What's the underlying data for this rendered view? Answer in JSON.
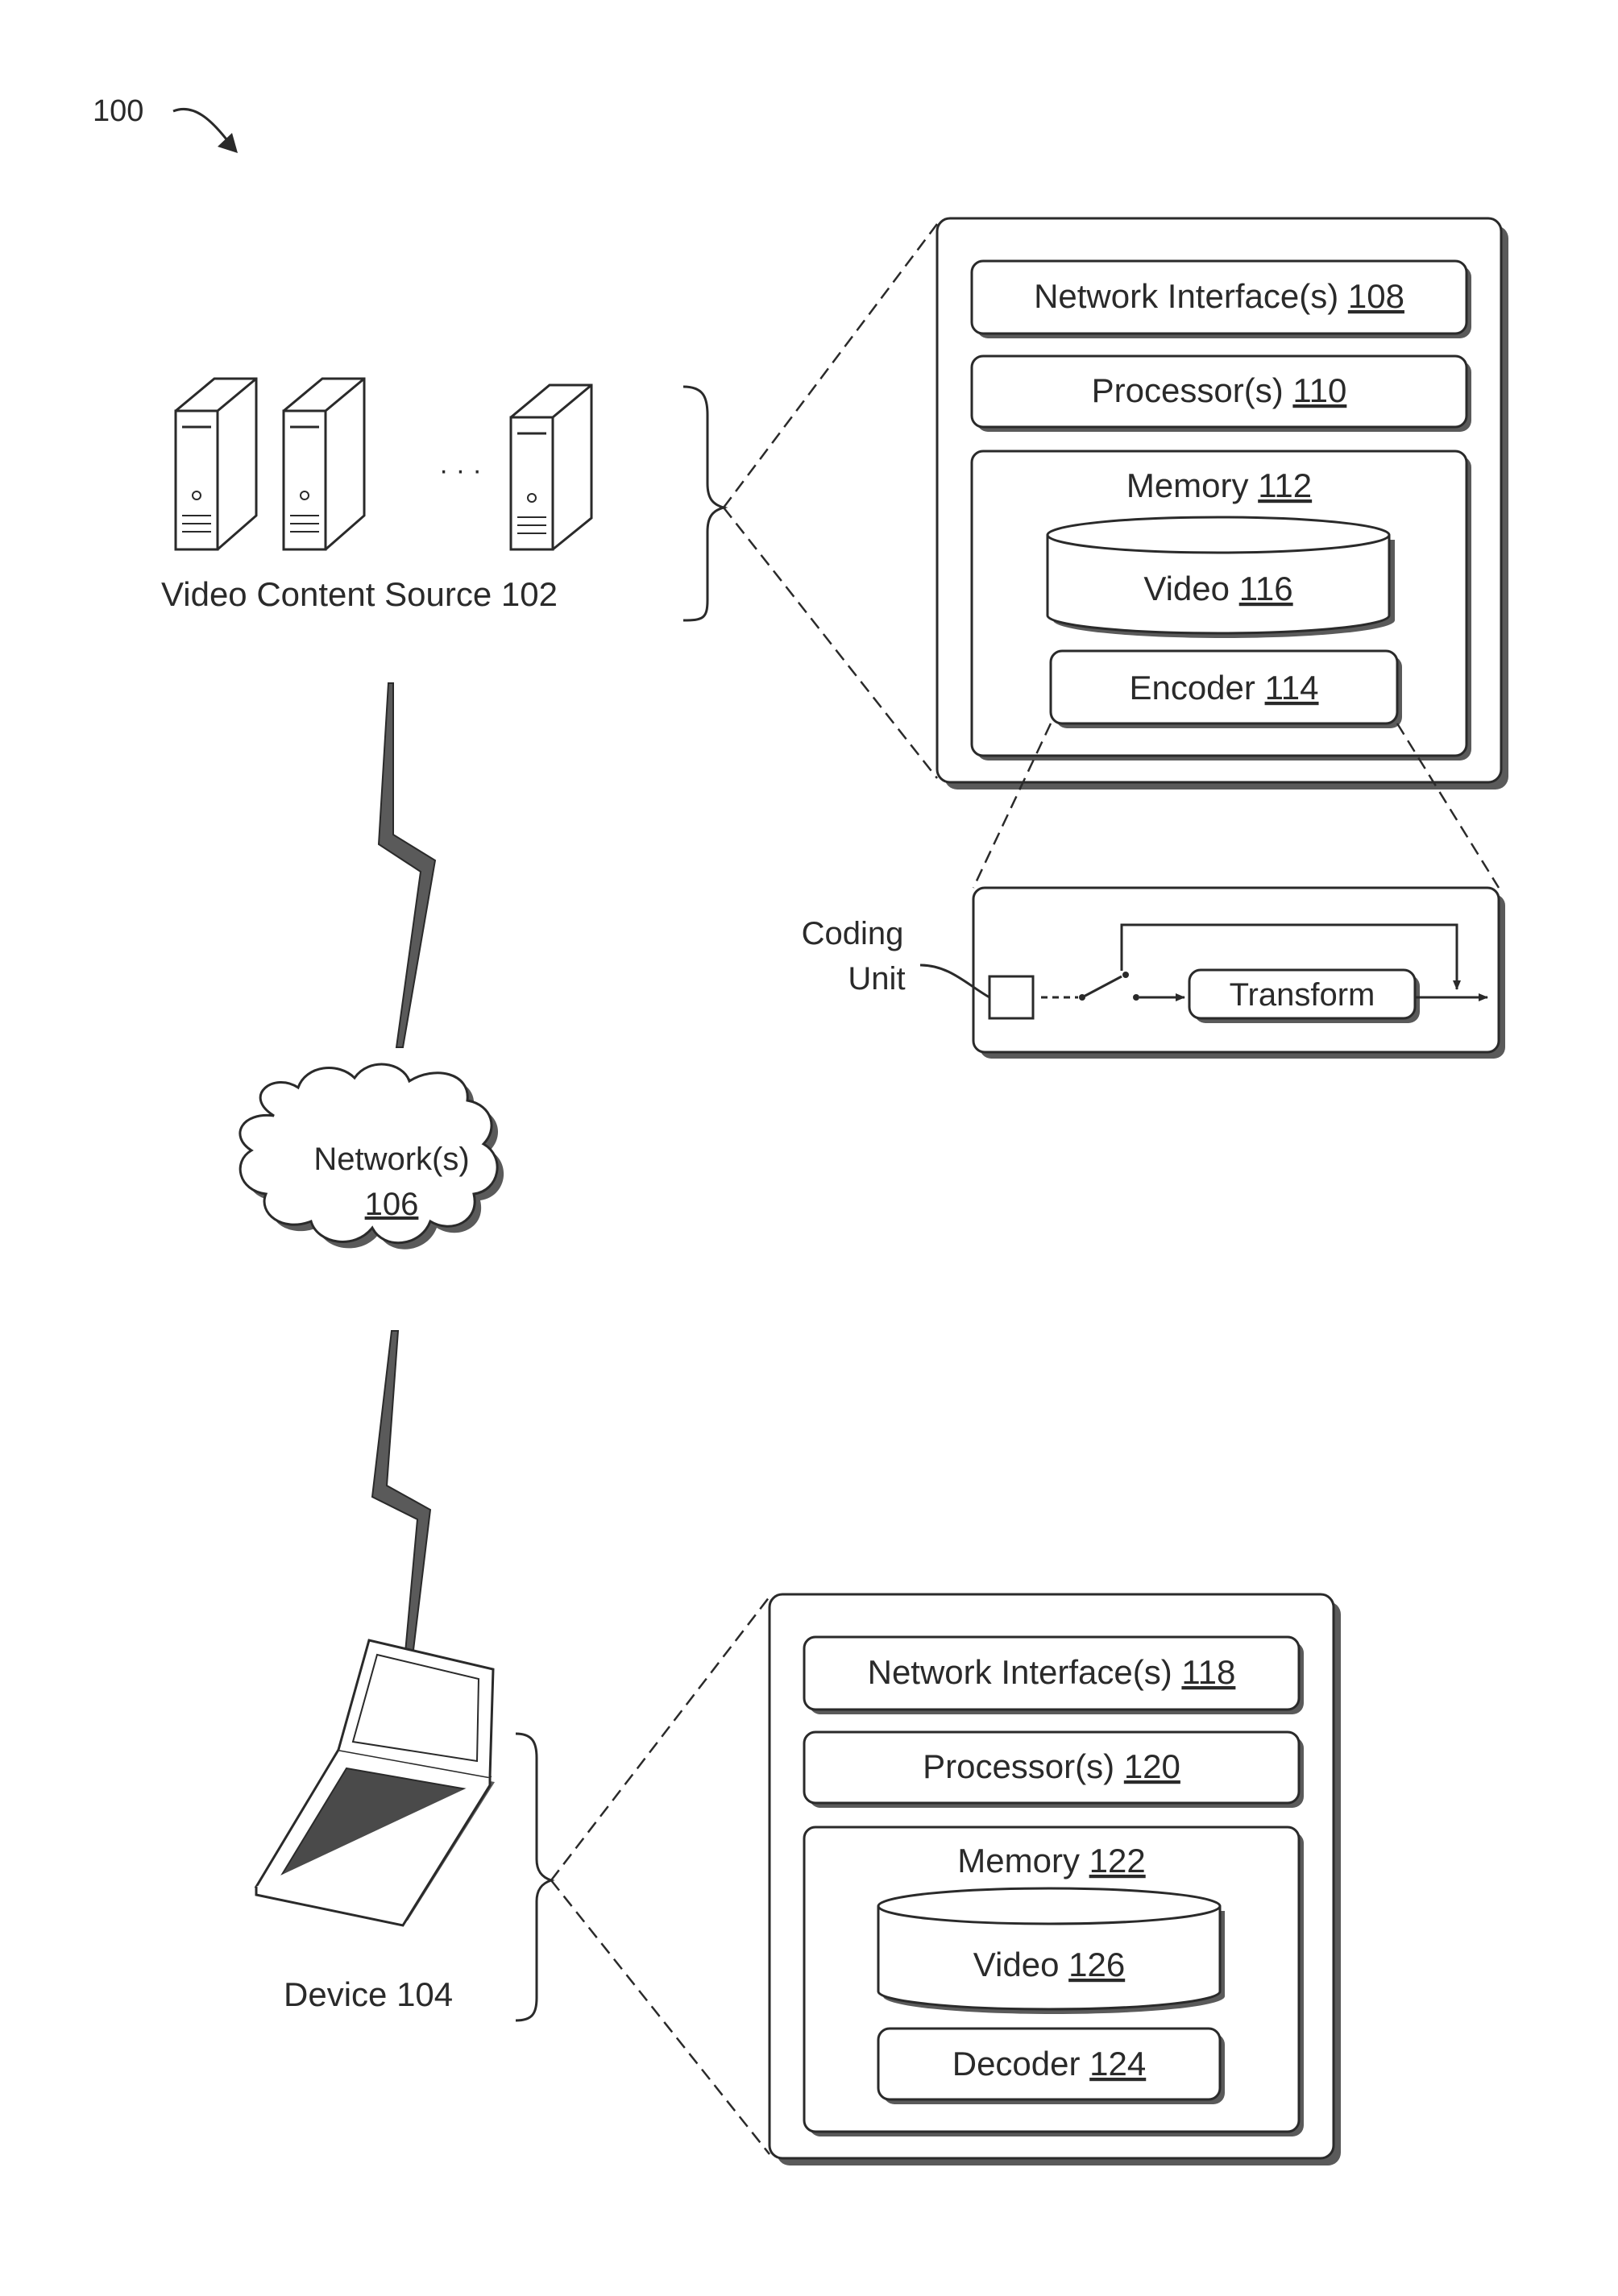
{
  "figure_ref": {
    "number": "100"
  },
  "video_source": {
    "word1": "Video",
    "word2": "Content",
    "word3": "Source",
    "number": "102",
    "ellipsis": "· · ·"
  },
  "network": {
    "word": "Network(s)",
    "number": "106"
  },
  "device": {
    "word": "Device",
    "number": "104"
  },
  "server_panel": {
    "network_interface": {
      "word1": "Network",
      "word2": "Interface(s)",
      "number": "108"
    },
    "processor": {
      "word": "Processor(s)",
      "number": "110"
    },
    "memory": {
      "word": "Memory",
      "number": "112"
    },
    "video": {
      "word": "Video",
      "number": "116"
    },
    "encoder": {
      "word": "Encoder",
      "number": "114"
    }
  },
  "encoder_detail": {
    "coding_unit_line1": "Coding",
    "coding_unit_line2": "Unit",
    "transform": "Transform"
  },
  "device_panel": {
    "network_interface": {
      "word1": "Network",
      "word2": "Interface(s)",
      "number": "118"
    },
    "processor": {
      "word": "Processor(s)",
      "number": "120"
    },
    "memory": {
      "word": "Memory",
      "number": "122"
    },
    "video": {
      "word": "Video",
      "number": "126"
    },
    "decoder": {
      "word": "Decoder",
      "number": "124"
    }
  },
  "colors": {
    "ink": "#2a2a2a",
    "shadow": "#5a5a5a",
    "background": "#ffffff"
  }
}
